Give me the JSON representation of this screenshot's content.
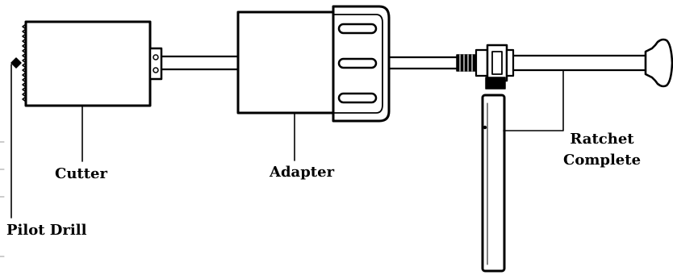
{
  "labels": {
    "cutter": "Cutter",
    "adapter": "Adapter",
    "ratchet_line1": "Ratchet",
    "ratchet_line2": "Complete",
    "pilot_drill": "Pilot Drill"
  },
  "colors": {
    "stroke": "#000000",
    "fill": "#ffffff"
  }
}
